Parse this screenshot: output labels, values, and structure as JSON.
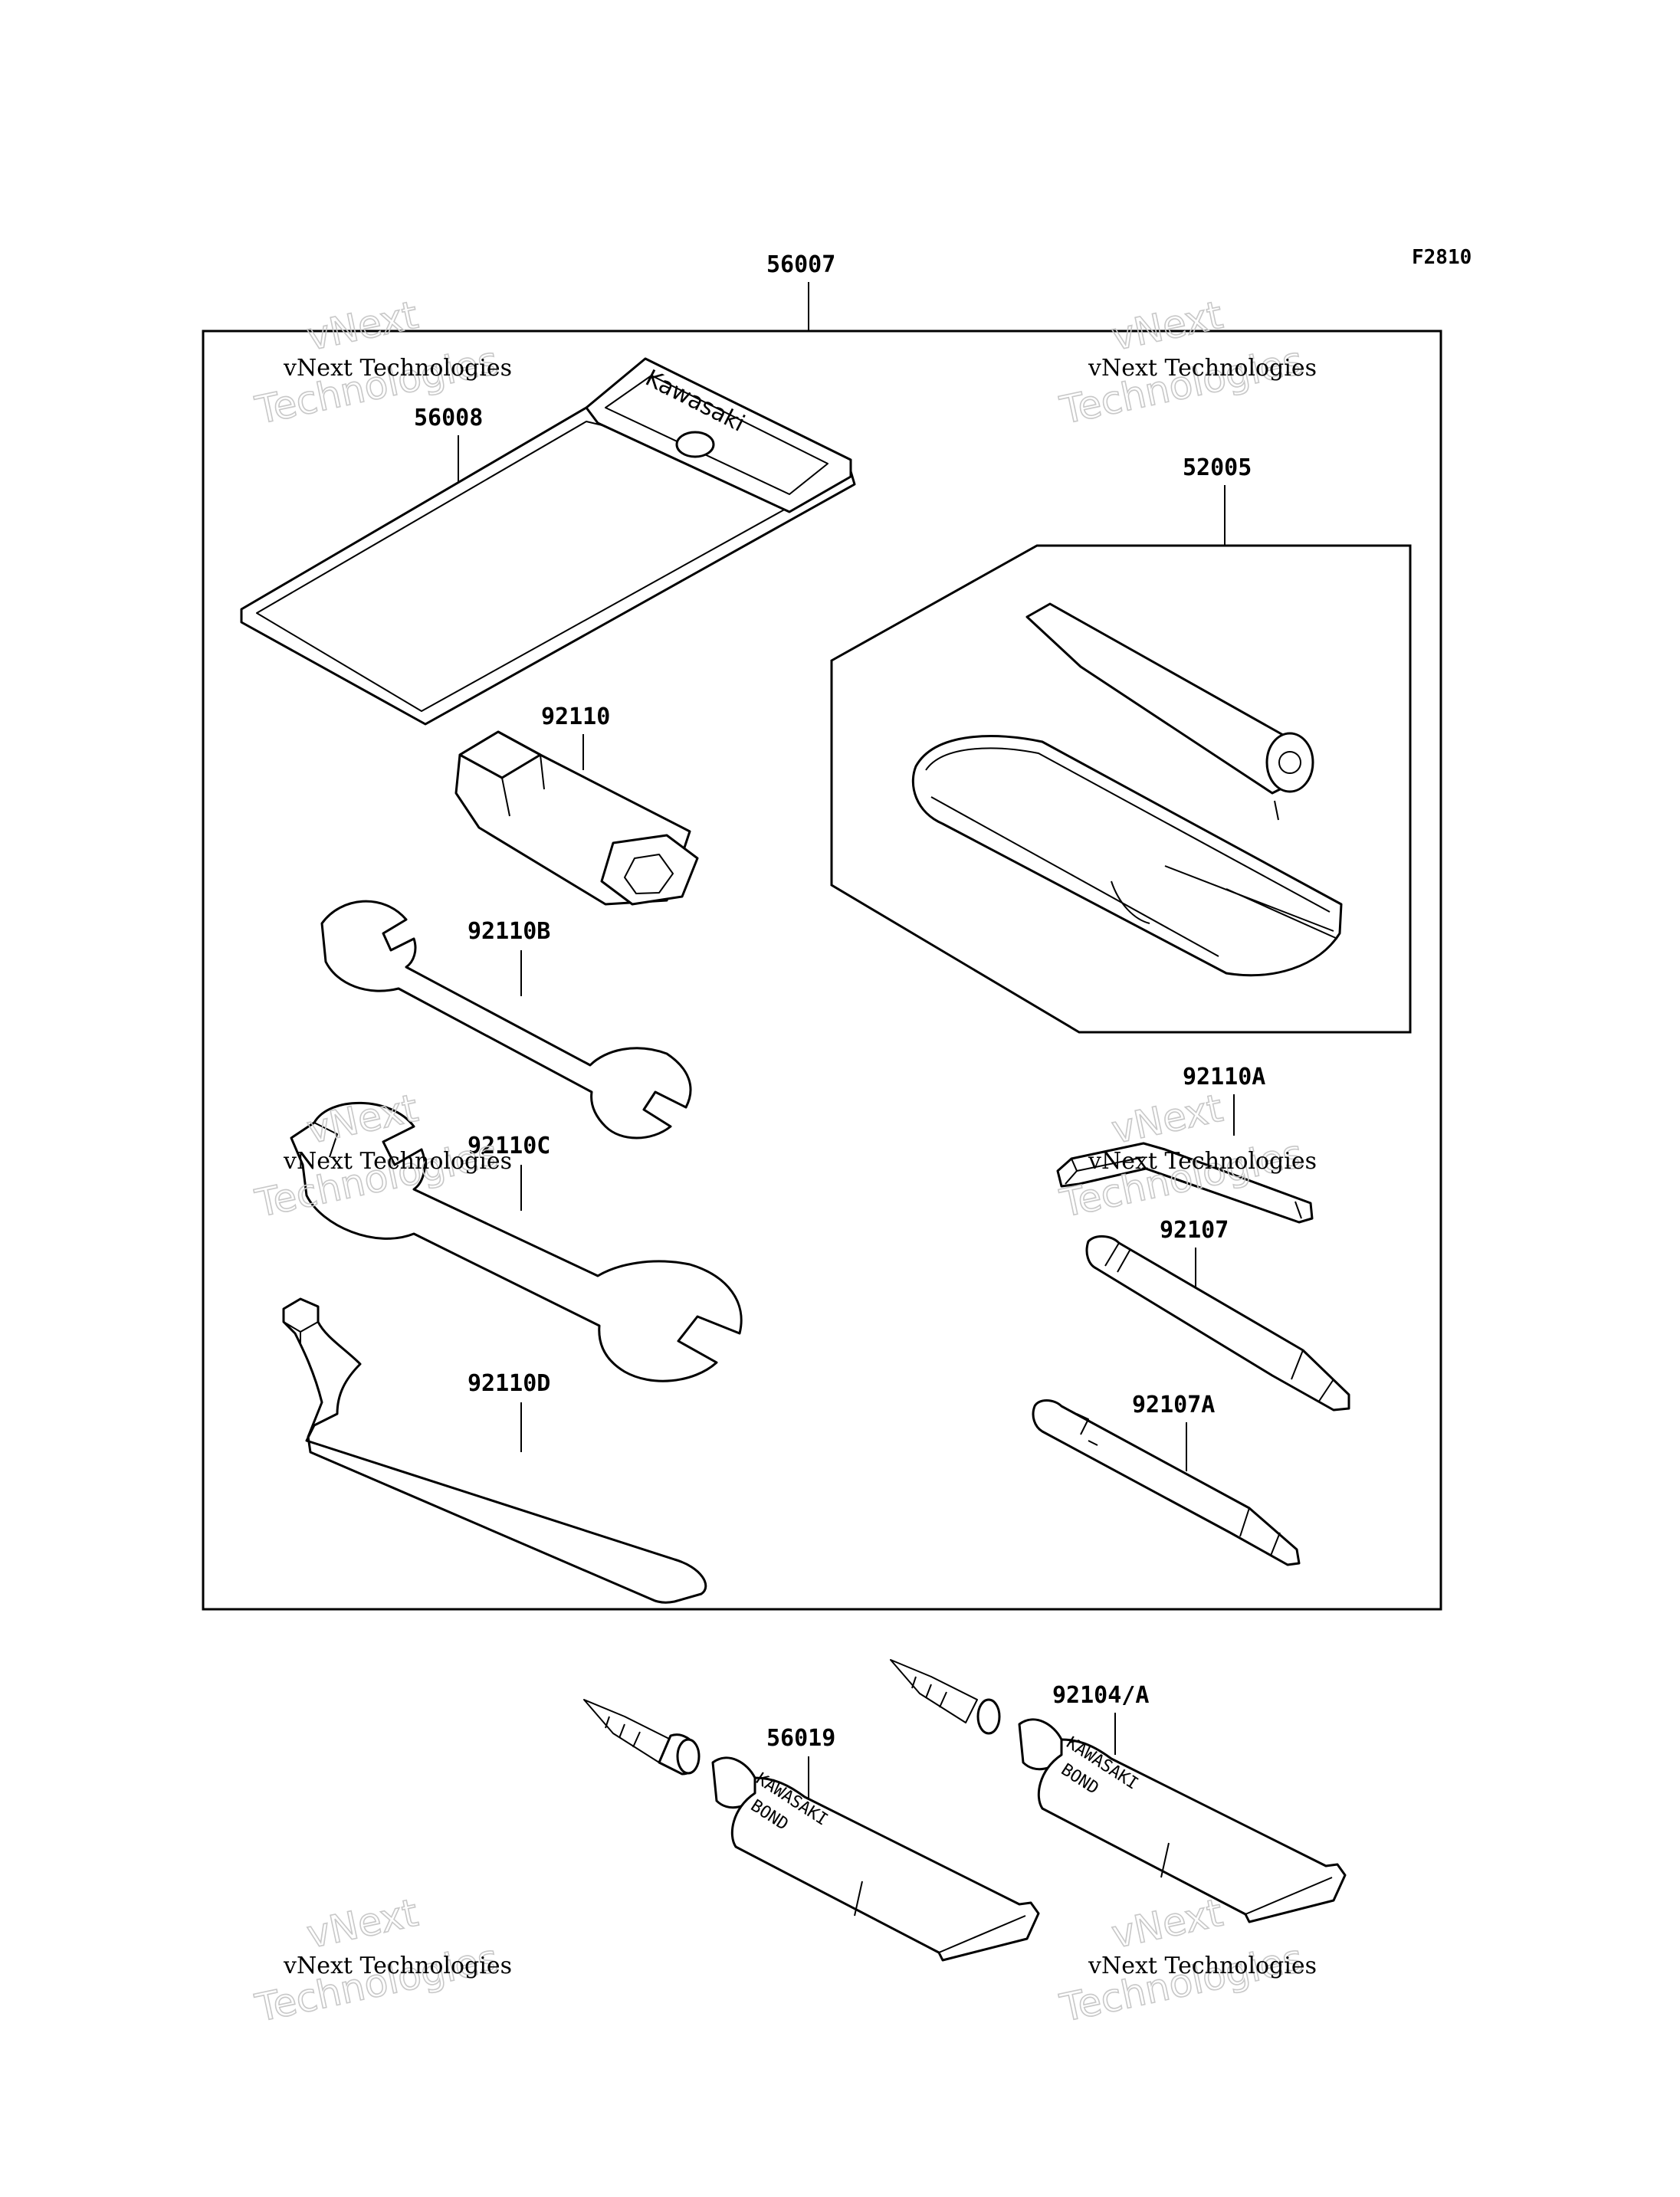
{
  "diagram_code": "F2810",
  "parts": {
    "kit": "56007",
    "pouch": "56008",
    "tool_kit_bag": "52005",
    "plug_wrench": "92110",
    "hex_wrench": "92110A",
    "wrench_b": "92110B",
    "wrench_c": "92110C",
    "wrench_d": "92110D",
    "screwdriver": "92107",
    "screwdriver_a": "92107A",
    "bond_tube_1": "56019",
    "bond_tube_2": "92104/A"
  },
  "labels": {
    "pouch_brand": "Kawasaki",
    "tube_brand": "KAWASAKI",
    "tube_product": "BOND"
  },
  "watermark": {
    "line1": "vNext",
    "line2": "vNext Technologies",
    "line3": "Technologies"
  }
}
